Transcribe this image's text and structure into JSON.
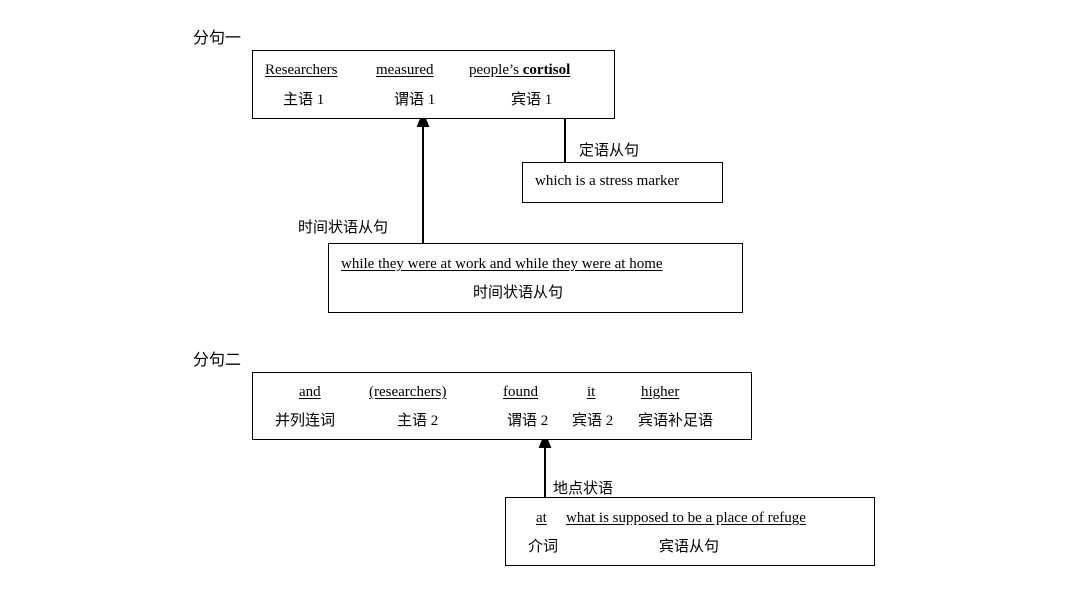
{
  "clause1": {
    "label": "分句一",
    "main": {
      "subject": "Researchers",
      "verb": "measured",
      "object_prefix": "people’s ",
      "object_bold": "cortisol",
      "subject_role": "主语 1",
      "verb_role": "谓语 1",
      "object_role": "宾语 1"
    },
    "relative": {
      "tag": "定语从句",
      "text": "which is a stress marker"
    },
    "time": {
      "tag": "时间状语从句",
      "text": "while they were at work and while they were at home",
      "role": "时间状语从句"
    }
  },
  "clause2": {
    "label": "分句二",
    "main": {
      "conj": "and",
      "subject": "(researchers)",
      "verb": "found",
      "object": "it",
      "complement": "higher",
      "conj_role": "并列连词",
      "subject_role": "主语 2",
      "verb_role": "谓语 2",
      "object_role": "宾语 2",
      "complement_role": "宾语补足语"
    },
    "place": {
      "tag": "地点状语",
      "prep": "at",
      "clause": "what is supposed to be a place of refuge",
      "prep_role": "介词",
      "clause_role": "宾语从句"
    }
  }
}
